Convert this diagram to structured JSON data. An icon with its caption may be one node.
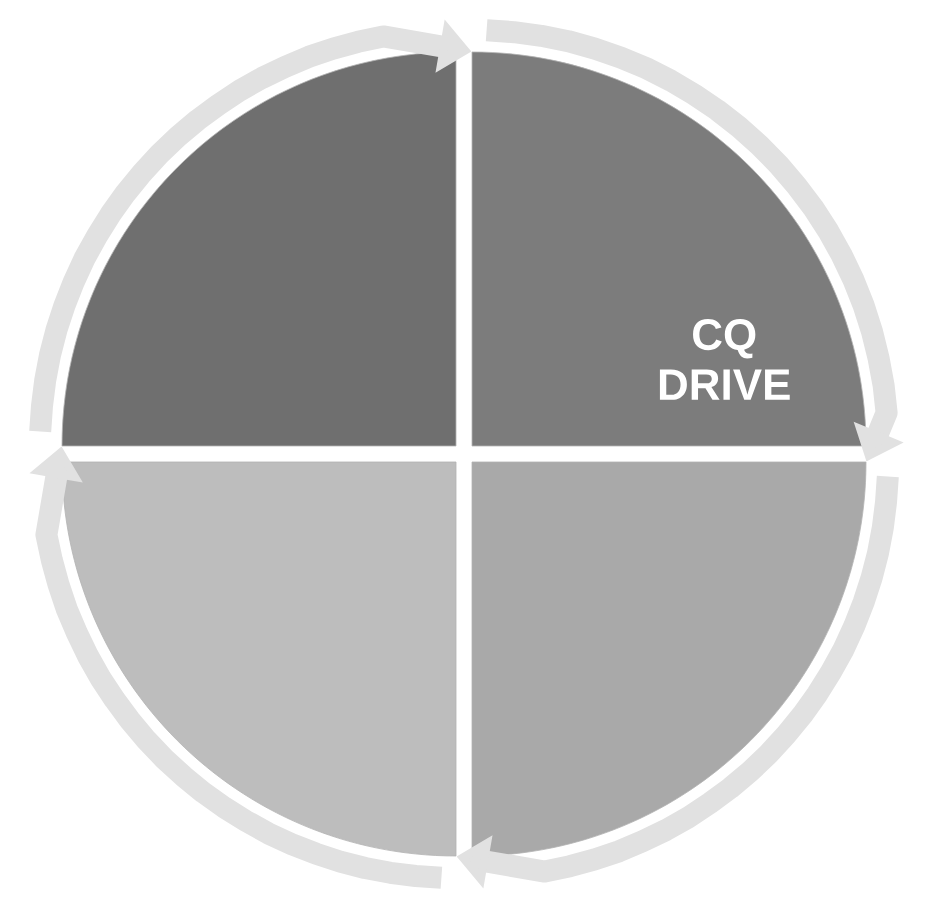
{
  "diagram": {
    "nodes": [
      {
        "text": [],
        "shape": "quadrant"
      },
      {
        "text": [
          "CQ DRIVE"
        ]
      },
      {
        "text": [],
        "shape": "quadrant"
      },
      {
        "text": [],
        "shape": "quadrant"
      }
    ],
    "edges": [
      {
        "from": 0,
        "to": 1,
        "arrow": "to"
      },
      {
        "from": 1,
        "to": 3,
        "arrow": "to"
      },
      {
        "from": 3,
        "to": 2,
        "arrow": "to"
      },
      {
        "from": 2,
        "to": 0,
        "arrow": "to"
      }
    ]
  }
}
